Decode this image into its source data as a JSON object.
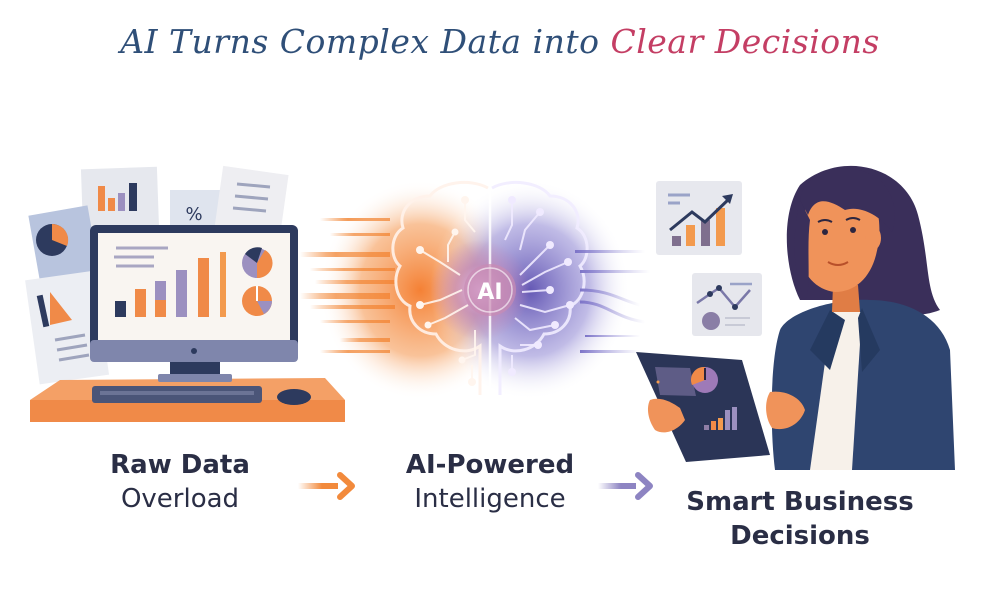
{
  "title": {
    "part1": "AI Turns Complex Data into ",
    "part2": "Clear Decisions",
    "colors": {
      "part1": "#2f4f78",
      "part2": "#c43e64"
    }
  },
  "stages": [
    {
      "id": "raw-data",
      "line1": "Raw Data",
      "line2": "Overload",
      "illustration": "desktop-monitor-with-charts-and-papers"
    },
    {
      "id": "ai-intelligence",
      "line1": "AI-Powered",
      "line2": "Intelligence",
      "illustration": "circuit-brain",
      "badge": "AI"
    },
    {
      "id": "decisions",
      "line1": "Smart Business",
      "line2": "Decisions",
      "illustration": "woman-with-tablet"
    }
  ],
  "arrows": [
    {
      "name": "arrow-right-icon",
      "color": "#f28a3c"
    },
    {
      "name": "arrow-right-icon",
      "color": "#8d84c2"
    }
  ],
  "floating_papers": {
    "percent_symbol": "%"
  },
  "colors": {
    "orange": "#f28a3c",
    "navy": "#2d3a5e",
    "purple": "#8d84c2",
    "skin": "#f0935a",
    "hair": "#3a2f5a",
    "desk": "#f08a48"
  }
}
